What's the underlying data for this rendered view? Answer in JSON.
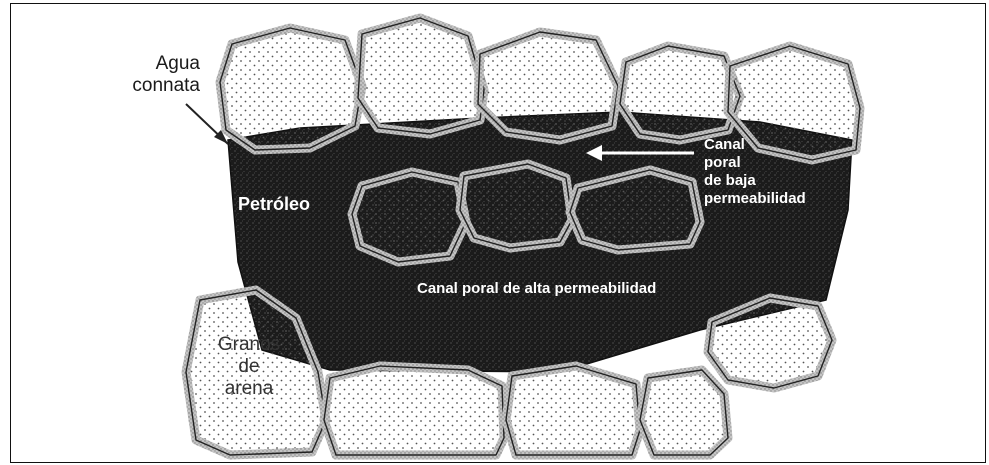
{
  "labels": {
    "connate_water": [
      "Agua",
      "connata"
    ],
    "oil": "Petróleo",
    "low_perm": [
      "Canal",
      "poral",
      "de baja",
      "permeabilidad"
    ],
    "high_perm": "Canal poral de alta permeabilidad",
    "grains": [
      "Granos",
      "de",
      "arena"
    ]
  },
  "colors": {
    "oil": "#1b1b1b",
    "grain_fill": "#fbfbfb",
    "water_film": "#b8b8b8",
    "stroke": "#222222"
  }
}
